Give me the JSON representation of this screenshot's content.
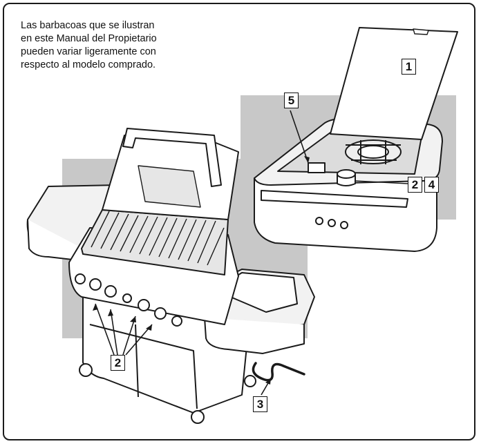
{
  "caption": {
    "line1": "Las barbacoas que se ilustran",
    "line2": "en este Manual del Propietario",
    "line3": "pueden variar ligeramente con",
    "line4": "respecto al modelo comprado."
  },
  "callouts": {
    "lid": "1",
    "knobs_side": "2",
    "knobs_main": "2",
    "hose": "3",
    "regulator": "4",
    "igniter": "5"
  },
  "colors": {
    "shade": "#c8c8c8",
    "line": "#1a1a1a",
    "metal": "#e6e6e6"
  }
}
